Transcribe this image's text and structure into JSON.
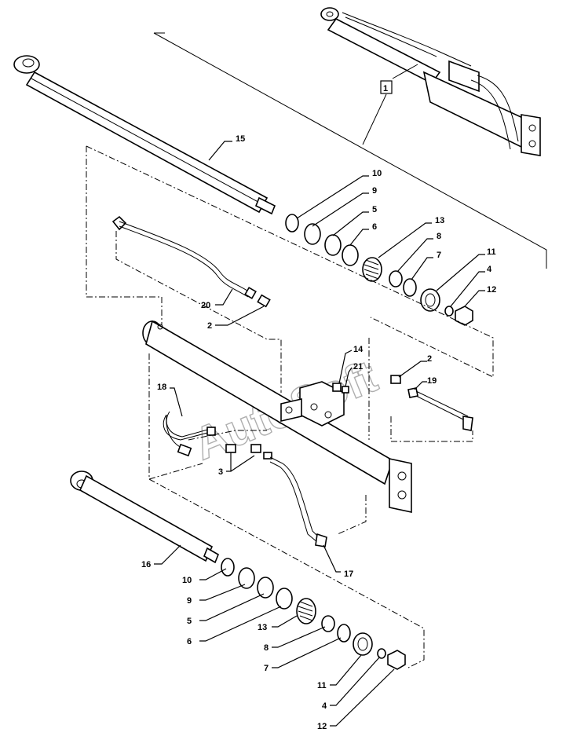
{
  "diagram": {
    "ref_box_label": "1",
    "watermark": "AutoSoft",
    "callouts": [
      {
        "id": "c15",
        "text": "15"
      },
      {
        "id": "c10a",
        "text": "10"
      },
      {
        "id": "c9a",
        "text": "9"
      },
      {
        "id": "c5a",
        "text": "5"
      },
      {
        "id": "c6a",
        "text": "6"
      },
      {
        "id": "c13a",
        "text": "13"
      },
      {
        "id": "c8a",
        "text": "8"
      },
      {
        "id": "c7a",
        "text": "7"
      },
      {
        "id": "c11a",
        "text": "11"
      },
      {
        "id": "c4a",
        "text": "4"
      },
      {
        "id": "c12a",
        "text": "12"
      },
      {
        "id": "c20",
        "text": "20"
      },
      {
        "id": "c2a",
        "text": "2"
      },
      {
        "id": "c14",
        "text": "14"
      },
      {
        "id": "c21",
        "text": "21"
      },
      {
        "id": "c2b",
        "text": "2"
      },
      {
        "id": "c19",
        "text": "19"
      },
      {
        "id": "c18",
        "text": "18"
      },
      {
        "id": "c3",
        "text": "3"
      },
      {
        "id": "c17",
        "text": "17"
      },
      {
        "id": "c16",
        "text": "16"
      },
      {
        "id": "c10b",
        "text": "10"
      },
      {
        "id": "c9b",
        "text": "9"
      },
      {
        "id": "c5b",
        "text": "5"
      },
      {
        "id": "c6b",
        "text": "6"
      },
      {
        "id": "c13b",
        "text": "13"
      },
      {
        "id": "c8b",
        "text": "8"
      },
      {
        "id": "c7b",
        "text": "7"
      },
      {
        "id": "c11b",
        "text": "11"
      },
      {
        "id": "c4b",
        "text": "4"
      },
      {
        "id": "c12b",
        "text": "12"
      }
    ]
  }
}
